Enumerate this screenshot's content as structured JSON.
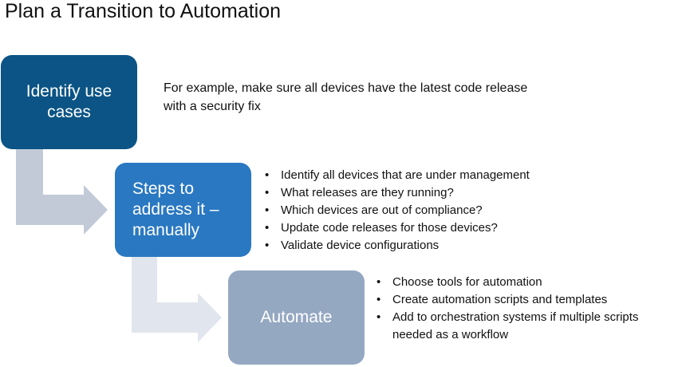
{
  "title": "Plan a Transition to Automation",
  "steps": [
    {
      "label": "Identify use cases",
      "color": "#0b5485"
    },
    {
      "label": "Steps to address it – manually",
      "color": "#2a78c2"
    },
    {
      "label": "Automate",
      "color": "#95a8c2"
    }
  ],
  "description": "For example, make sure all devices have the latest code release with a security fix",
  "manual_steps": [
    "Identify all devices that are under management",
    "What releases are they running?",
    "Which devices are out of compliance?",
    "Update code releases for those devices?",
    "Validate device configurations"
  ],
  "automate_steps": [
    "Choose tools for automation",
    "Create automation scripts and templates",
    "Add to orchestration systems if multiple scripts needed as a workflow"
  ],
  "arrow_colors": [
    "#c2cad8",
    "#e1e6ee"
  ]
}
